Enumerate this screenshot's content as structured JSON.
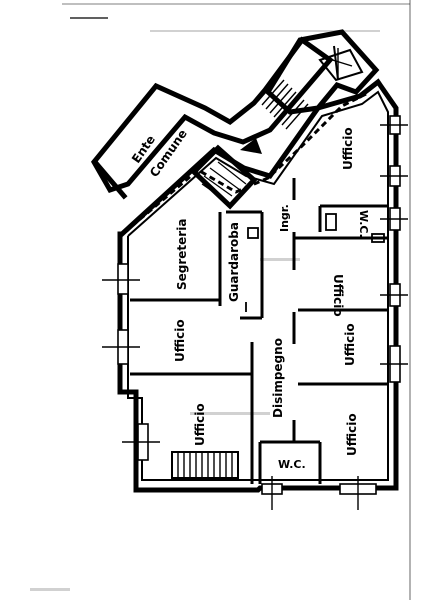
{
  "rooms": {
    "ente_comune_1": "Ente",
    "ente_comune_2": "Comune",
    "ufficio_top_right": "Ufficio",
    "ingr": "Ingr.",
    "wc_top": "W.C.",
    "segreteria": "Segreteria",
    "guardaroba": "Guardaroba",
    "ufficio_mid_right": "Ufficio",
    "ufficio_left_mid": "Ufficio",
    "ufficio_right_lower": "Ufficio",
    "disimpegno": "Disimpegno",
    "ufficio_left_lower": "Ufficio",
    "ufficio_bottom_right": "Ufficio",
    "wc_bottom": "W.C."
  }
}
